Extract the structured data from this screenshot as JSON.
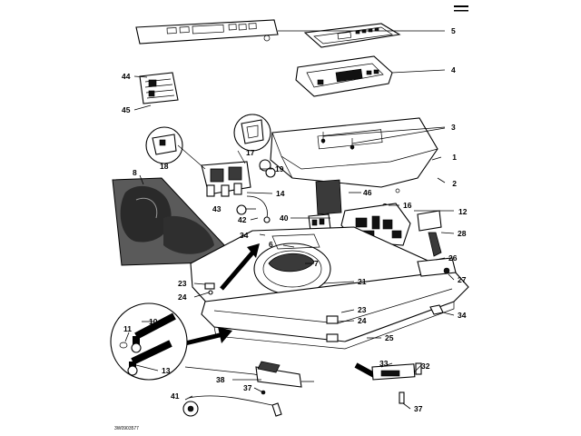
{
  "diagram": {
    "drawing_code": "3W0903577",
    "callouts": [
      {
        "id": "c1",
        "text": "1"
      },
      {
        "id": "c2",
        "text": "2"
      },
      {
        "id": "c3",
        "text": "3"
      },
      {
        "id": "c4",
        "text": "4"
      },
      {
        "id": "c5",
        "text": "5"
      },
      {
        "id": "c6",
        "text": "6"
      },
      {
        "id": "c7",
        "text": "7"
      },
      {
        "id": "c8",
        "text": "8"
      },
      {
        "id": "c10",
        "text": "10"
      },
      {
        "id": "c11",
        "text": "11"
      },
      {
        "id": "c12",
        "text": "12"
      },
      {
        "id": "c13",
        "text": "13"
      },
      {
        "id": "c14",
        "text": "14"
      },
      {
        "id": "c16",
        "text": "16"
      },
      {
        "id": "c17",
        "text": "17"
      },
      {
        "id": "c18",
        "text": "18"
      },
      {
        "id": "c19",
        "text": "19"
      },
      {
        "id": "c21",
        "text": "21"
      },
      {
        "id": "c23a",
        "text": "23"
      },
      {
        "id": "c23b",
        "text": "23"
      },
      {
        "id": "c24a",
        "text": "24"
      },
      {
        "id": "c24b",
        "text": "24"
      },
      {
        "id": "c25",
        "text": "25"
      },
      {
        "id": "c26",
        "text": "26"
      },
      {
        "id": "c27",
        "text": "27"
      },
      {
        "id": "c28",
        "text": "28"
      },
      {
        "id": "c32",
        "text": "32"
      },
      {
        "id": "c33",
        "text": "33"
      },
      {
        "id": "c34a",
        "text": "34"
      },
      {
        "id": "c34b",
        "text": "34"
      },
      {
        "id": "c37a",
        "text": "37"
      },
      {
        "id": "c37b",
        "text": "37"
      },
      {
        "id": "c38",
        "text": "38"
      },
      {
        "id": "c40",
        "text": "40"
      },
      {
        "id": "c41",
        "text": "41"
      },
      {
        "id": "c42",
        "text": "42"
      },
      {
        "id": "c43",
        "text": "43"
      },
      {
        "id": "c44",
        "text": "44"
      },
      {
        "id": "c45",
        "text": "45"
      },
      {
        "id": "c46",
        "text": "46"
      }
    ]
  }
}
